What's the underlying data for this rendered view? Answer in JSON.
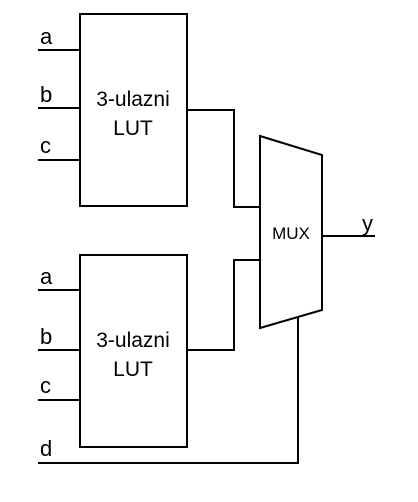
{
  "lut_top": {
    "inputs": [
      "a",
      "b",
      "c"
    ],
    "label_line1": "3-ulazni",
    "label_line2": "LUT"
  },
  "lut_bottom": {
    "inputs": [
      "a",
      "b",
      "c"
    ],
    "label_line1": "3-ulazni",
    "label_line2": "LUT"
  },
  "select_input": "d",
  "mux_label": "MUX",
  "output": "y"
}
